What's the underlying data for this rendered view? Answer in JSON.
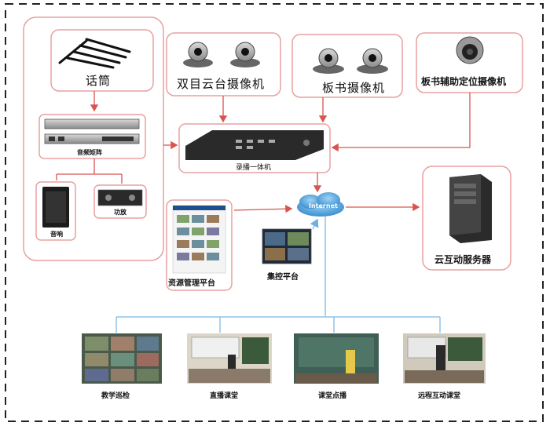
{
  "nodes": {
    "mic": "话筒",
    "dual_ptz_camera": "双目云台摄像机",
    "board_camera": "板书摄像机",
    "board_aux_camera": "板书辅助定位摄像机",
    "audio_matrix": "音频矩阵",
    "recorder": "录播一体机",
    "speaker": "音响",
    "amplifier": "功放",
    "internet": "Internet",
    "cloud_server": "云互动服务器",
    "resource_platform": "资源管理平台",
    "control_platform": "集控平台"
  },
  "outputs": [
    {
      "label": "教学巡检"
    },
    {
      "label": "直播课堂"
    },
    {
      "label": "课堂点播"
    },
    {
      "label": "远程互动课堂"
    }
  ],
  "colors": {
    "box_border": "#e8a0a0",
    "red_arrow": "#d9534f",
    "blue_line": "#8ec3ea",
    "device_dark": "#2a2a2a"
  }
}
